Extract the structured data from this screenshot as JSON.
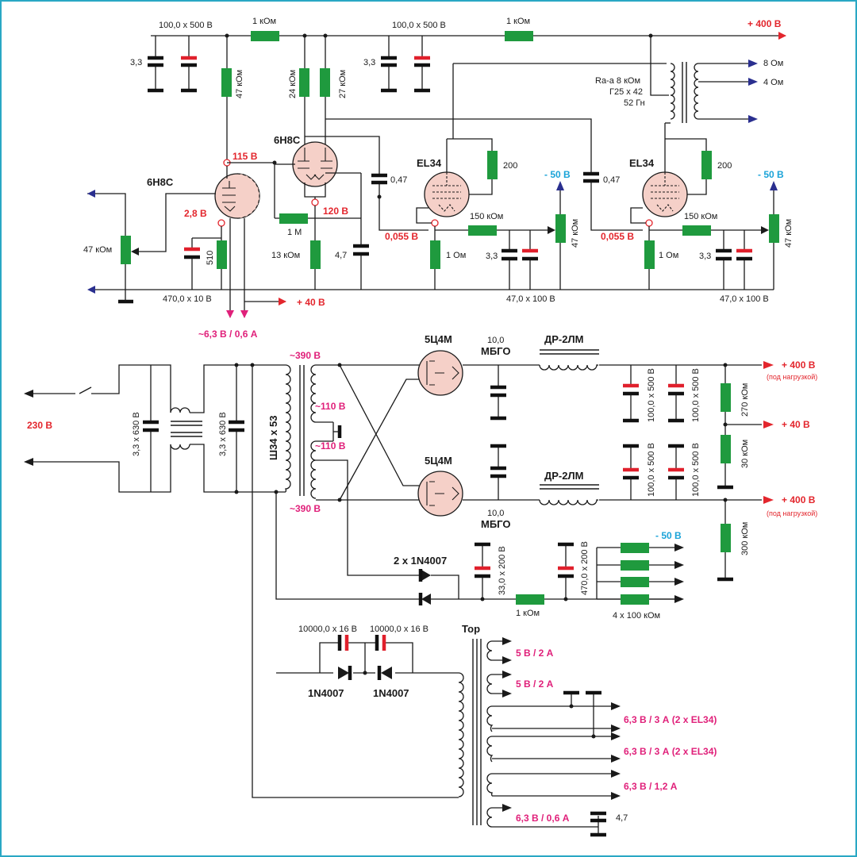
{
  "colors": {
    "frame": "#29a8c4",
    "resistor": "#1f9a3e",
    "electrolytic": "#e0202c",
    "tube_fill": "#f5d0c8",
    "arrow_blue": "#2a2f8f",
    "arrow_red": "#e3262d",
    "voltage_red": "#e3262d",
    "voltage_magenta": "#e0207a",
    "voltage_cyan": "#1aa3d8"
  },
  "amp": {
    "filter_cap1": "100,0 x 500 В",
    "filter_cap2": "100,0 x 500 В",
    "r_top1": "1 кОм",
    "r_top2": "1 кОм",
    "b_plus": "+ 400 В",
    "cap_33_a": "3,3",
    "cap_33_b": "3,3",
    "r_47k_v1": "47 кОм",
    "r_24k": "24 кОм",
    "r_27k": "27 кОм",
    "tube_6n8s_a": "6Н8С",
    "tube_6n8s_b": "6Н8С",
    "tube_el34_a": "EL34",
    "tube_el34_b": "EL34",
    "v_115": "115 В",
    "v_2_8": "2,8 В",
    "v_120": "120 В",
    "v_0055_a": "0,055 В",
    "v_0055_b": "0,055 В",
    "r_1m": "1 М",
    "r_13k": "13 кОм",
    "c_4_7": "4,7",
    "c_047_a": "0,47",
    "c_047_b": "0,47",
    "r_200_a": "200",
    "r_200_b": "200",
    "r_150k_a": "150 кОм",
    "r_150k_b": "150 кОм",
    "r_1ohm_a": "1 Ом",
    "r_1ohm_b": "1 Ом",
    "cap_33_c": "3,3",
    "cap_33_d": "3,3",
    "r_47k_a": "47 кОм",
    "r_47k_b": "47 кОм",
    "cap_470_100_a": "47,0 x 100 В",
    "cap_470_100_b": "47,0 x 100 В",
    "v_minus50_a": "- 50 В",
    "v_minus50_b": "- 50 В",
    "vol_pot": "47 кОм",
    "r_510": "510",
    "cap_470_10": "470,0 x 10 В",
    "out_40": "+ 40 В",
    "heater_out": "~6,3 В / 0,6 А",
    "ot_line1": "Ra-a 8 кОм",
    "ot_line2": "Г25 x 42",
    "ot_line3": "52 Гн",
    "out_8": "8 Ом",
    "out_4": "4 Ом"
  },
  "psu": {
    "mains": "230 В",
    "cap_mains_a": "3,3 x 630 В",
    "cap_mains_b": "3,3 x 630 В",
    "transformer": "Ш34 x 53",
    "tap_390_top": "~390 В",
    "tap_110_a": "~110 В",
    "tap_110_b": "~110 В",
    "tap_390_bot": "~390 В",
    "rect_a": "5Ц4М",
    "rect_b": "5Ц4М",
    "mbgo_val_a": "10,0",
    "mbgo_a": "МБГО",
    "mbgo_val_b": "10,0",
    "mbgo_b": "МБГО",
    "choke_a": "ДР-2ЛМ",
    "choke_b": "ДР-2ЛМ",
    "cap_100_500": [
      "100,0 x 500 В",
      "100,0 x 500 В",
      "100,0 x 500 В",
      "100,0 x 500 В"
    ],
    "out_400_a": "+ 400 В",
    "load_a": "(под нагрузкой)",
    "out_400_b": "+ 400 В",
    "load_b": "(под нагрузкой)",
    "out_40": "+ 40 В",
    "r_270k": "270 кОм",
    "r_30k": "30 кОм",
    "r_300k": "300 кОм",
    "diodes_bias": "2 x 1N4007",
    "cap_33_200": "33,0 x 200 В",
    "cap_470_200": "470,0 x 200 В",
    "r_1k_bias": "1 кОм",
    "bias_out": "- 50 В",
    "r_4x100k": "4 x 100 кОм",
    "cap_10000_a": "10000,0 x 16 В",
    "cap_10000_b": "10000,0 x 16 В",
    "diode_a": "1N4007",
    "diode_b": "1N4007",
    "toroid": "Тор",
    "sec1": "5 В / 2 А",
    "sec2": "5 В / 2 А",
    "sec3": "6,3 В / 3 А (2 х EL34)",
    "sec4": "6,3 В / 3 А (2 х EL34)",
    "sec5": "6,3 В / 1,2 А",
    "sec6": "6,3 В / 0,6 А",
    "cap_4_7": "4,7"
  }
}
